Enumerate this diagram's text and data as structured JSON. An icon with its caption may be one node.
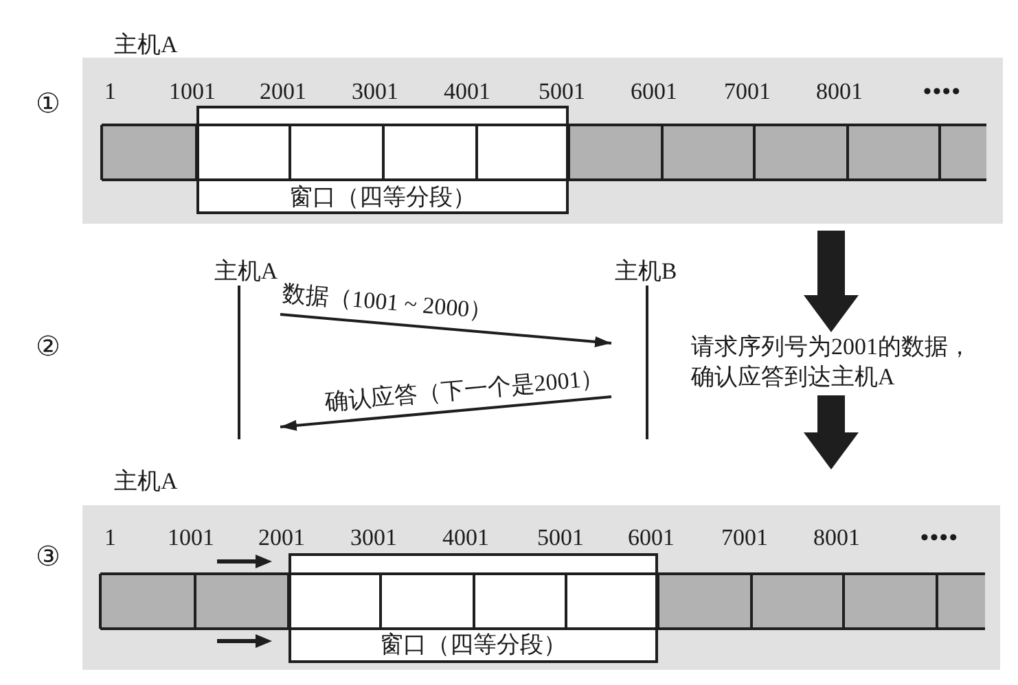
{
  "diagram": {
    "nodes": [
      {
        "text": [
          "主机A"
        ]
      },
      {
        "text": [
          "窗口（四等分段）"
        ],
        "in": 0
      },
      {
        "text": [
          "主机A"
        ]
      },
      {
        "text": [
          "主机B"
        ]
      },
      {
        "text": [
          "请求序列号为2001的数据，确认应答到达主机A"
        ]
      },
      {
        "text": [
          "主机A"
        ]
      },
      {
        "text": [
          "窗口（四等分段）"
        ],
        "in": 5
      }
    ],
    "edges": [
      {
        "from": 2,
        "to": 3,
        "arrow": "to",
        "label": "数据（1001 ~ 2000）"
      },
      {
        "from": 3,
        "to": 2,
        "arrow": "to",
        "label": "确认应答（下一个是2001）"
      },
      {
        "from": 0,
        "to": 4,
        "arrow": "to",
        "style": "thick"
      },
      {
        "from": 4,
        "to": 5,
        "arrow": "to",
        "style": "thick"
      }
    ],
    "labels": [
      "①",
      "1",
      "1001",
      "2001",
      "3001",
      "4001",
      "5001",
      "6001",
      "7001",
      "8001",
      "••••",
      "②",
      "③",
      "1",
      "1001",
      "2001",
      "3001",
      "4001",
      "5001",
      "6001",
      "7001",
      "8001",
      "••••"
    ]
  }
}
